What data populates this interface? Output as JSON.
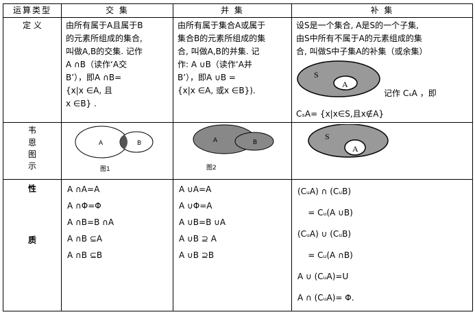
{
  "header": {
    "col_type": "运算类型",
    "col_intersection": "交  集",
    "col_union": "并  集",
    "col_complement": "补  集"
  },
  "definition": {
    "label": "定  义",
    "intersection": [
      "由所有属于A且属于B",
      "的元素所组成的集合,",
      "叫做A,B的交集. 记作",
      "A ∩B（读作‘A交",
      "B’），即A ∩B=",
      " {x|x ∈A, 且",
      "x ∈B}  ."
    ],
    "union": [
      "由所有属于集合A或属于",
      "集合B的元素所组成的集",
      "合, 叫做A,B的并集. 记",
      "作: A ∪B（读作‘A并",
      "B’），即A ∪B =",
      "{x|x ∈A, 或x ∈B})."
    ],
    "complement": [
      "设S是一个集合, A是S的一个子集,",
      "由S中所有不属于A的元素组成的集",
      "合, 叫做S中子集A的补集（或余集）"
    ],
    "complement_notation": "记作  CₛA ，即",
    "complement_formula": "CₛA= {x|x∈S,且x∉A}",
    "diagram_s": "S",
    "diagram_a": "A"
  },
  "venn": {
    "label": [
      "韦",
      "恩",
      "图",
      "示"
    ],
    "fig1_caption": "图1",
    "fig2_caption": "图2",
    "a": "A",
    "b": "B",
    "s": "S"
  },
  "properties": {
    "label_top": "性",
    "label_bottom": "质",
    "intersection": [
      "A ∩A=A",
      "A ∩Φ=Φ",
      "A ∩B=B ∩A",
      "A ∩B ⊆A",
      " A ∩B ⊆B"
    ],
    "union": [
      "A ∪A=A",
      "A ∪Φ=A",
      "A ∪B=B ∪A",
      "A ∪B ⊇ A",
      "A ∪B ⊇B"
    ],
    "complement": [
      "(CᵤA) ∩ (CᵤB)",
      "    = Cᵤ(A ∪B)",
      "(CᵤA) ∪ (CᵤB)",
      "    = Cᵤ(A ∩B)",
      "A ∪ (CᵤA)=U",
      "A ∩ (CᵤA)= Φ."
    ]
  }
}
